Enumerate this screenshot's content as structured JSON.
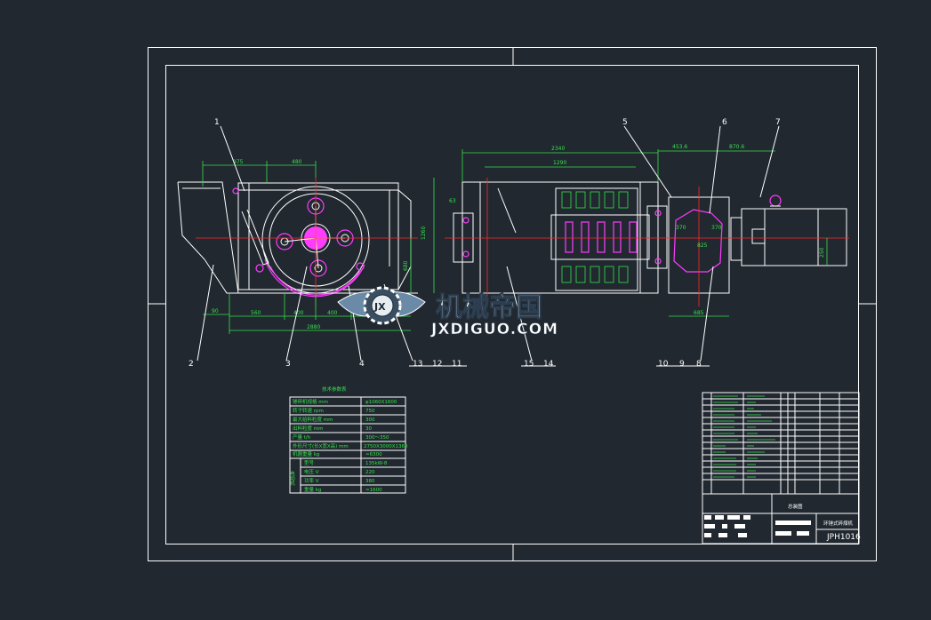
{
  "part_numbers": [
    "1",
    "2",
    "3",
    "4",
    "5",
    "6",
    "7",
    "8",
    "9",
    "10",
    "11",
    "12",
    "13",
    "14",
    "15"
  ],
  "dimensions": {
    "d975": "975",
    "d480": "480",
    "d1260": "1260",
    "d90": "90",
    "d560": "560",
    "d400a": "400",
    "d400b": "400",
    "d2880": "2880",
    "d680": "680",
    "d2340": "2340",
    "d1290": "1290",
    "d4536": "453.6",
    "d8706": "870.6",
    "d370a": "370",
    "d370b": "370",
    "d63": "63",
    "d685": "685",
    "d250": "250",
    "d825": "825"
  },
  "params_table": {
    "title": "技术参数表",
    "rows": [
      {
        "name": "锤碎机规格 mm",
        "value": "φ1060X1600"
      },
      {
        "name": "转子转速 rpm",
        "value": "750"
      },
      {
        "name": "最大给料粒度 mm",
        "value": "300"
      },
      {
        "name": "出料粒度 mm",
        "value": "30"
      },
      {
        "name": "产量 t/h",
        "value": "300～350"
      },
      {
        "name": "外形尺寸(长X宽X高) mm",
        "value": "2750X3000X1360"
      },
      {
        "name": "机器重量 kg",
        "value": "≈6300"
      }
    ],
    "motor_group_label": "电动机",
    "motor_rows": [
      {
        "name": "型号",
        "value": "135kW-8"
      },
      {
        "name": "电压 V",
        "value": "220"
      },
      {
        "name": "功率 V",
        "value": "380"
      },
      {
        "name": "重量 kg",
        "value": "≈1600"
      }
    ]
  },
  "title_block": {
    "drawing_title": "总装图",
    "subtitle": "环锤式碎煤机",
    "drawing_number": "JPH1016"
  },
  "watermark": {
    "text_cn": "机械帝国",
    "text_en": "JXDIGUO.COM",
    "badge": "JX"
  },
  "colors": {
    "background": "#212830",
    "linework": "#ffffff",
    "dimension": "#36e04a",
    "centerline": "#ff2a2a",
    "hammer": "#ff3cff"
  }
}
